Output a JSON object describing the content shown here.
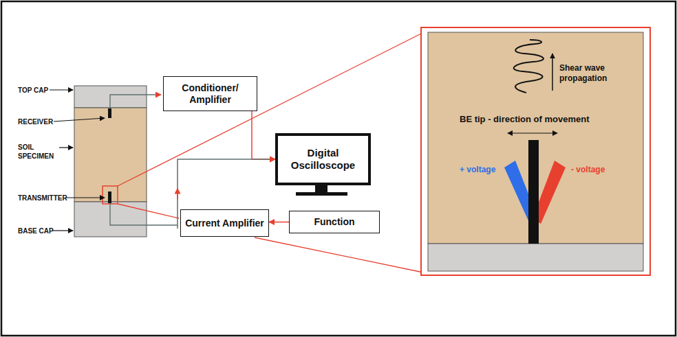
{
  "diagram": {
    "nodes": [
      {
        "text": [
          "Conditioner/ Amplifier"
        ]
      },
      {
        "text": [
          "Digital Oscilloscope"
        ]
      },
      {
        "text": [
          "Current Amplifier"
        ]
      },
      {
        "text": [
          "Function"
        ]
      }
    ],
    "edges": [
      {
        "from": 0,
        "to": 1,
        "arrow": "to"
      },
      {
        "from": 2,
        "to": 1,
        "arrow": "to"
      },
      {
        "from": 3,
        "to": 2,
        "arrow": "to"
      }
    ],
    "labels": [
      "TOP CAP",
      "RECEIVER",
      "SOIL SPECIMEN",
      "TRANSMITTER",
      "BASE CAP",
      "Shear wave propagation",
      "BE tip - direction of movement",
      "+ voltage",
      "- voltage"
    ]
  }
}
